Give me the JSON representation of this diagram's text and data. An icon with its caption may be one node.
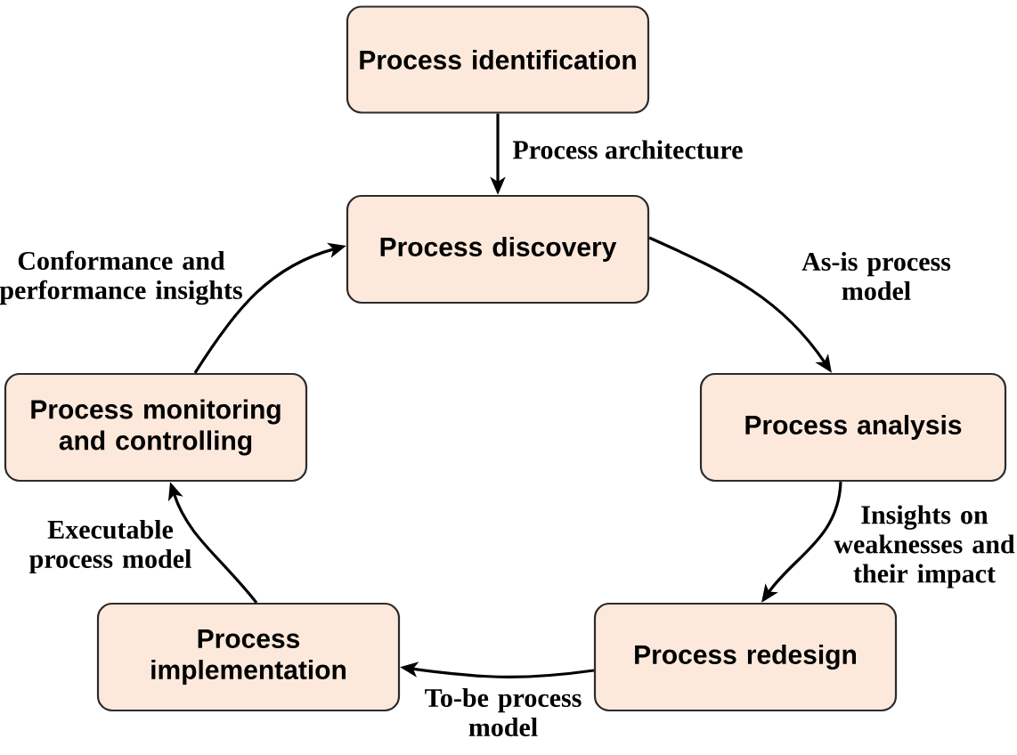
{
  "diagram": {
    "nodes": [
      {
        "text": [
          "Process identification"
        ]
      },
      {
        "text": [
          "Process discovery"
        ]
      },
      {
        "text": [
          "Process analysis"
        ]
      },
      {
        "text": [
          "Process redesign"
        ]
      },
      {
        "text": [
          "Process implementation"
        ]
      },
      {
        "text": [
          "Process monitoring and controlling"
        ]
      }
    ],
    "edges": [
      {
        "from": 0,
        "to": 1,
        "arrow": "to",
        "label": "Process architecture"
      },
      {
        "from": 1,
        "to": 2,
        "arrow": "to",
        "label": "As-is process model"
      },
      {
        "from": 2,
        "to": 3,
        "arrow": "to",
        "label": "Insights on weaknesses and their impact"
      },
      {
        "from": 3,
        "to": 4,
        "arrow": "to",
        "label": "To-be process model"
      },
      {
        "from": 4,
        "to": 5,
        "arrow": "to",
        "label": "Executable process model"
      },
      {
        "from": 5,
        "to": 1,
        "arrow": "to",
        "label": "Conformance and performance insights"
      }
    ]
  }
}
